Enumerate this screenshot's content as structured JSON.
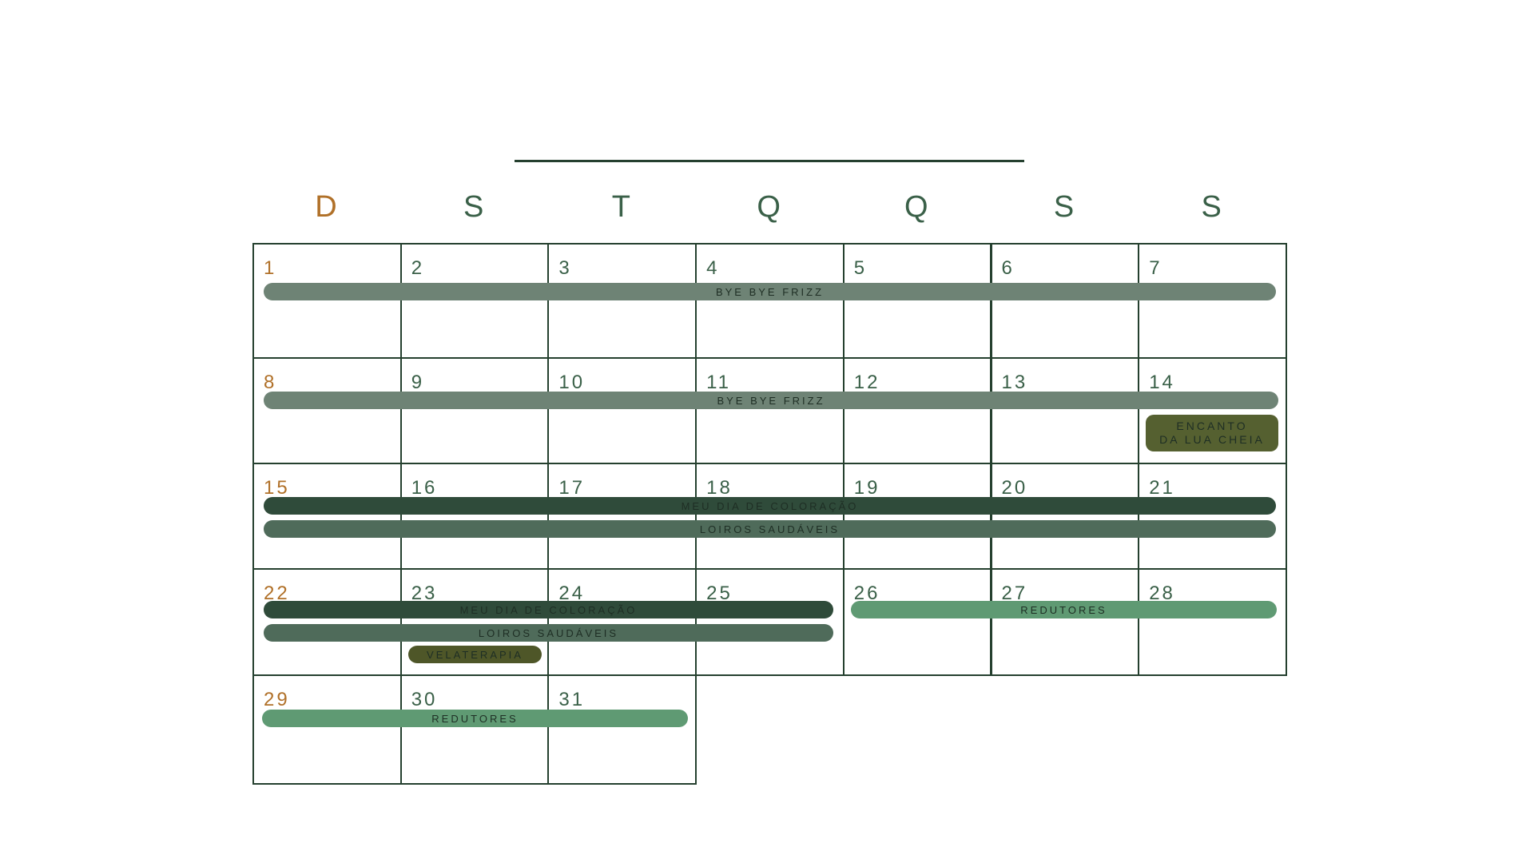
{
  "weekdays": [
    "D",
    "S",
    "T",
    "Q",
    "Q",
    "S",
    "S"
  ],
  "weeks": [
    [
      1,
      2,
      3,
      4,
      5,
      6,
      7
    ],
    [
      8,
      9,
      10,
      11,
      12,
      13,
      14
    ],
    [
      15,
      16,
      17,
      18,
      19,
      20,
      21
    ],
    [
      22,
      23,
      24,
      25,
      26,
      27,
      28
    ],
    [
      29,
      30,
      31
    ]
  ],
  "events": {
    "bye_bye_frizz_1": "BYE BYE FRIZZ",
    "bye_bye_frizz_2": "BYE BYE FRIZZ",
    "encanto_line1": "ENCANTO",
    "encanto_line2": "DA LUA CHEIA",
    "coloracao_1": "MEU DIA DE COLORAÇÃO",
    "loiros_1": "LOIROS SAUDÁVEIS",
    "coloracao_2": "MEU DIA DE COLORAÇÃO",
    "loiros_2": "LOIROS SAUDÁVEIS",
    "velaterapia": "VELATERAPIA",
    "redutores_1": "REDUTORES",
    "redutores_2": "REDUTORES"
  },
  "colors": {
    "grid": "#25402f",
    "sunday": "#b07028",
    "weekday": "#3a6048"
  }
}
